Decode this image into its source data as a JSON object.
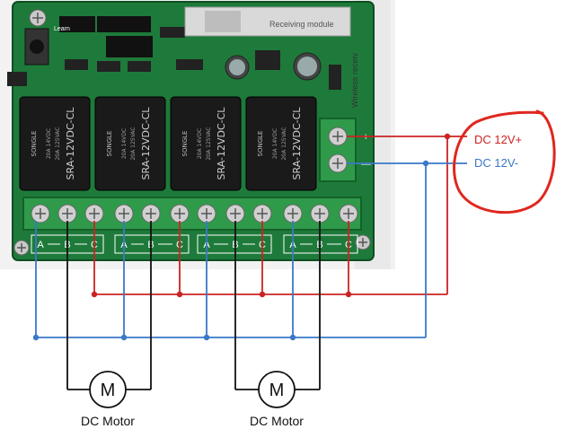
{
  "board": {
    "pin_labels": [
      "A",
      "B",
      "C",
      "A",
      "B",
      "C",
      "A",
      "B",
      "C",
      "A",
      "B",
      "C"
    ],
    "learn_label": "Learn",
    "module_label": "Receiving module",
    "wireless_label": "Wireless receiv",
    "power_terminals": {
      "plus": "+",
      "minus": "—"
    },
    "relays": [
      {
        "brand": "SONGLE",
        "model": "SRA-12VDC-CL",
        "rating1": "20A 14VDC",
        "rating2": "20A 125VAC"
      },
      {
        "brand": "SONGLE",
        "model": "SRA-12VDC-CL",
        "rating1": "20A 14VDC",
        "rating2": "20A 125VAC"
      },
      {
        "brand": "SONGLE",
        "model": "SRA-12VDC-CL",
        "rating1": "20A 14VDC",
        "rating2": "20A 125VAC"
      },
      {
        "brand": "SONGLE",
        "model": "SRA-12VDC-CL",
        "rating1": "20A 14VDC",
        "rating2": "20A 125VAC"
      }
    ]
  },
  "power": {
    "positive_label": "DC 12V+",
    "negative_label": "DC 12V-",
    "positive_color": "#cc2222",
    "negative_color": "#3a78c8"
  },
  "motors": [
    {
      "symbol": "M",
      "label": "DC Motor"
    },
    {
      "symbol": "M",
      "label": "DC Motor"
    }
  ],
  "colors": {
    "pcb_green": "#1e7a3a",
    "terminal_green": "#2f9a4a",
    "relay_body": "#1a1a1a",
    "highlight": "#e0271f"
  }
}
